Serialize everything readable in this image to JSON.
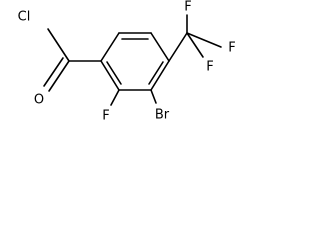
{
  "molecule": {
    "atoms": {
      "cl": "Cl",
      "o": "O",
      "f_ring": "F",
      "br": "Br",
      "f_top": "F",
      "f_right": "F",
      "f_bottom": "F"
    }
  }
}
